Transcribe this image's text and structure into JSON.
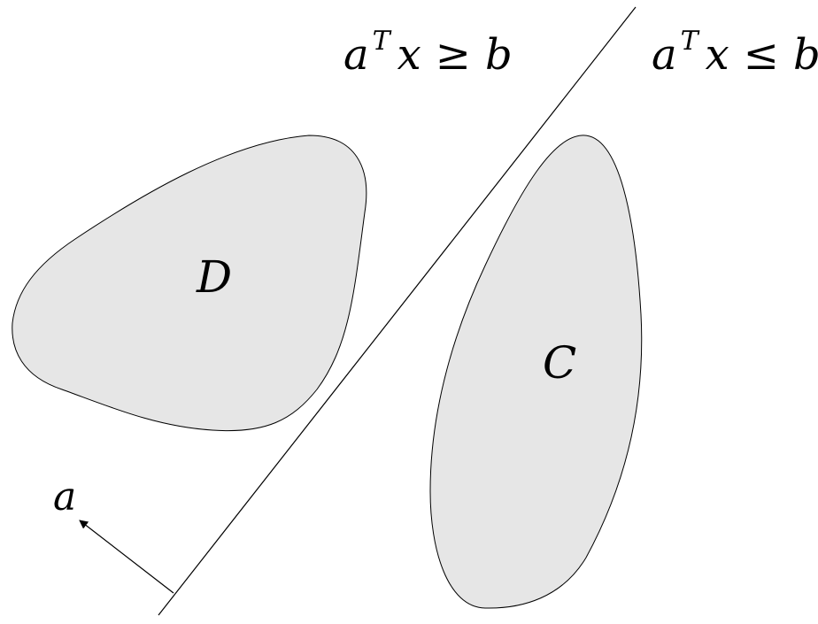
{
  "colors": {
    "region_fill": "#e6e6e6",
    "stroke": "#000000",
    "background": "#ffffff"
  },
  "half_space_left": {
    "var_a": "a",
    "sup_T": "T",
    "var_x": "x",
    "relation": "≥",
    "var_b": "b"
  },
  "half_space_right": {
    "var_a": "a",
    "sup_T": "T",
    "var_x": "x",
    "relation": "≤",
    "var_b": "b"
  },
  "set_d": {
    "label": "D"
  },
  "set_c": {
    "label": "C"
  },
  "normal_vector": {
    "label": "a"
  }
}
